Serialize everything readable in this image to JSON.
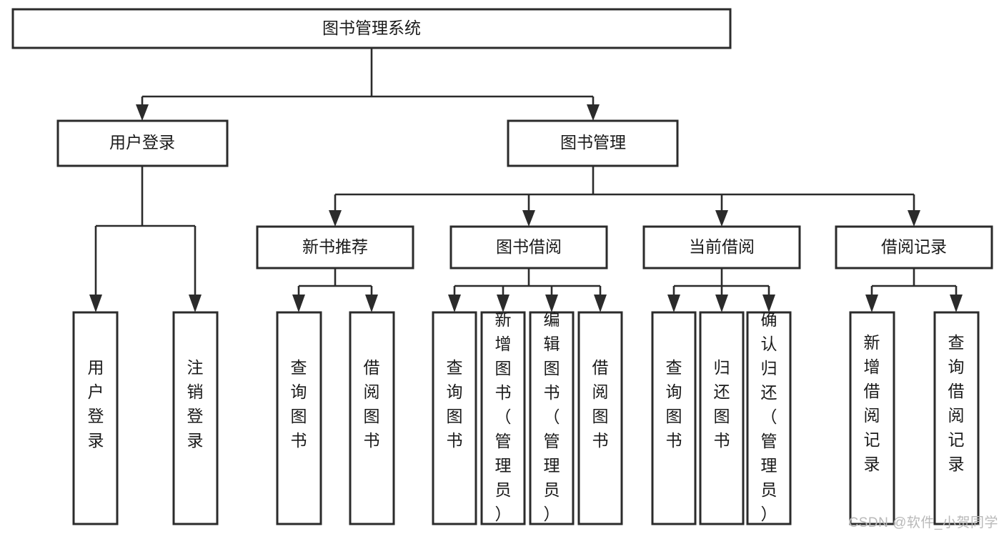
{
  "diagram": {
    "type": "hierarchy-tree",
    "title": "图书管理系统",
    "watermark": "CSDN @软件_小贺同学",
    "colors": {
      "box_fill": "#ffffff",
      "box_stroke": "#2b2b2b",
      "connector": "#2b2b2b",
      "text": "#1a1a1a",
      "watermark": "#b9b9b9"
    },
    "root": {
      "label": "图书管理系统"
    },
    "level2": [
      {
        "label": "用户登录"
      },
      {
        "label": "图书管理"
      }
    ],
    "level3": [
      {
        "label": "新书推荐"
      },
      {
        "label": "图书借阅"
      },
      {
        "label": "当前借阅"
      },
      {
        "label": "借阅记录"
      }
    ],
    "leaves": {
      "用户登录": [
        {
          "label": "用户登录"
        },
        {
          "label": "注销登录"
        }
      ],
      "新书推荐": [
        {
          "label": "查询图书"
        },
        {
          "label": "借阅图书"
        }
      ],
      "图书借阅": [
        {
          "label": "查询图书"
        },
        {
          "label": "新增图书（管理员）"
        },
        {
          "label": "编辑图书（管理员）"
        },
        {
          "label": "借阅图书"
        }
      ],
      "当前借阅": [
        {
          "label": "查询图书"
        },
        {
          "label": "归还图书"
        },
        {
          "label": "确认归还（管理员）"
        }
      ],
      "借阅记录": [
        {
          "label": "新增借阅记录"
        },
        {
          "label": "查询借阅记录"
        }
      ]
    },
    "nodes_flat": [
      {
        "id": "root",
        "label": "图书管理系统",
        "level": 1
      },
      {
        "id": "n-user-login",
        "label": "用户登录",
        "level": 2
      },
      {
        "id": "n-book-manage",
        "label": "图书管理",
        "level": 2
      },
      {
        "id": "n-new-book-rec",
        "label": "新书推荐",
        "level": 3
      },
      {
        "id": "n-book-borrow",
        "label": "图书借阅",
        "level": 3
      },
      {
        "id": "n-current-borrow",
        "label": "当前借阅",
        "level": 3
      },
      {
        "id": "n-borrow-record",
        "label": "借阅记录",
        "level": 3
      },
      {
        "id": "l-user-login",
        "label": "用户登录",
        "level": 4
      },
      {
        "id": "l-logout",
        "label": "注销登录",
        "level": 4
      },
      {
        "id": "l-rec-query",
        "label": "查询图书",
        "level": 4
      },
      {
        "id": "l-rec-borrow",
        "label": "借阅图书",
        "level": 4
      },
      {
        "id": "l-bb-query",
        "label": "查询图书",
        "level": 4
      },
      {
        "id": "l-bb-add",
        "label": "新增图书（管理员）",
        "level": 4
      },
      {
        "id": "l-bb-edit",
        "label": "编辑图书（管理员）",
        "level": 4
      },
      {
        "id": "l-bb-borrow",
        "label": "借阅图书",
        "level": 4
      },
      {
        "id": "l-cb-query",
        "label": "查询图书",
        "level": 4
      },
      {
        "id": "l-cb-return",
        "label": "归还图书",
        "level": 4
      },
      {
        "id": "l-cb-confirm",
        "label": "确认归还（管理员）",
        "level": 4
      },
      {
        "id": "l-br-add",
        "label": "新增借阅记录",
        "level": 4
      },
      {
        "id": "l-br-query",
        "label": "查询借阅记录",
        "level": 4
      }
    ]
  }
}
